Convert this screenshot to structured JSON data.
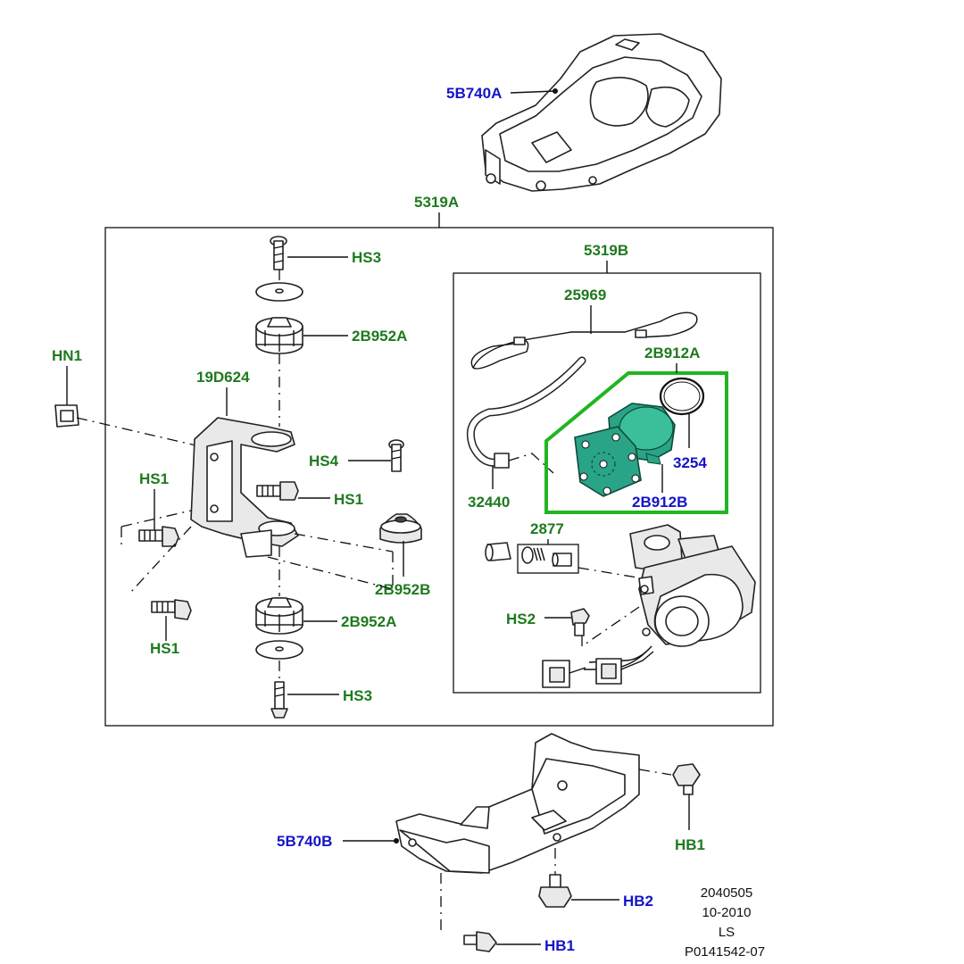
{
  "colors": {
    "callout_green": "#1e7a1e",
    "callout_blue": "#1414c8",
    "highlight_green": "#21b521",
    "part_highlight_fill": "#2aa487"
  },
  "callouts": {
    "shield_top": "5B740A",
    "assembly": "5319A",
    "sub_assembly": "5319B",
    "hn1": "HN1",
    "bracket": "19D624",
    "hs3_top": "HS3",
    "mount_top": "2B952A",
    "hs4": "HS4",
    "hs1_right": "HS1",
    "hs1_left_top": "HS1",
    "hs1_left_bottom": "HS1",
    "isolator": "2B952B",
    "mount_bottom": "2B952A",
    "hs3_bottom": "HS3",
    "tie_strap": "25969",
    "motor_seal": "2B912A",
    "o_ring": "3254",
    "hose": "32440",
    "motor_cover": "2B912B",
    "valve_kit": "2877",
    "hs2": "HS2",
    "shield_bottom": "5B740B",
    "hb1_right": "HB1",
    "hb2": "HB2",
    "hb1_bottom": "HB1"
  },
  "info": {
    "line1": "2040505",
    "line2": "10-2010",
    "line3": "LS",
    "line4": "P0141542-07"
  }
}
